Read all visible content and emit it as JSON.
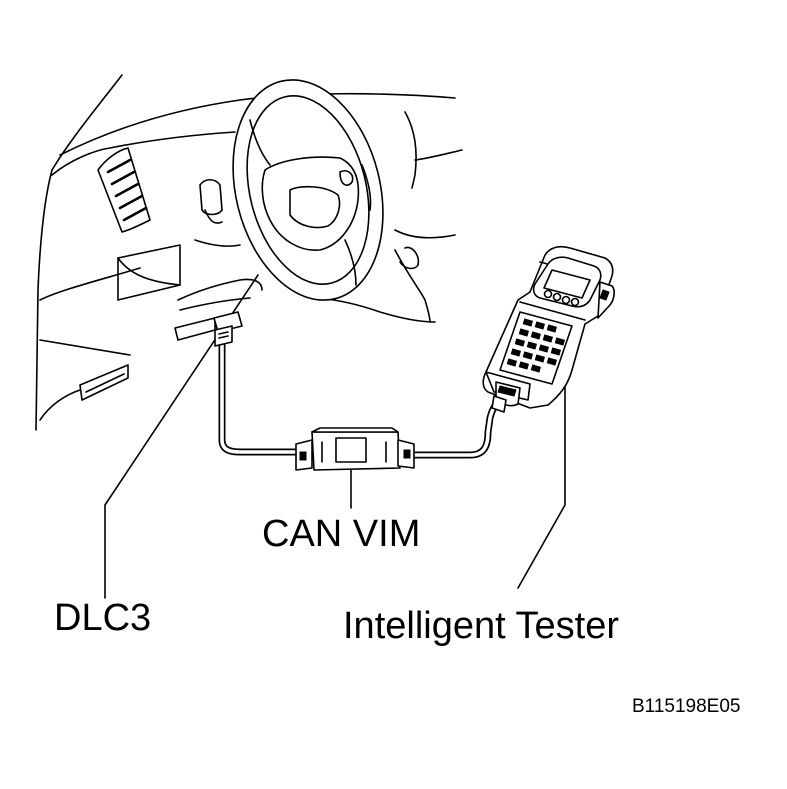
{
  "labels": {
    "can_vim": "CAN VIM",
    "dlc3": "DLC3",
    "intelligent_tester": "Intelligent Tester",
    "figure_code": "B115198E05"
  },
  "colors": {
    "ink": "#000000",
    "paper": "#ffffff"
  }
}
